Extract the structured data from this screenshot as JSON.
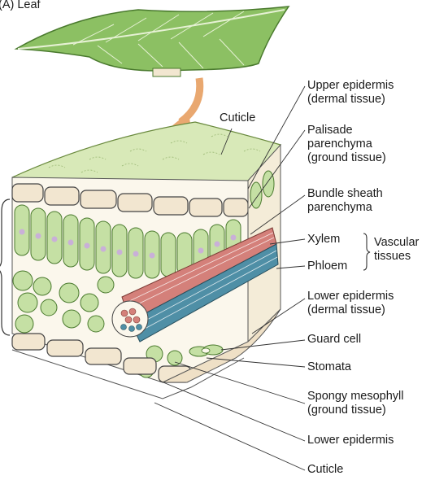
{
  "panel_label": "(A)  Leaf",
  "labels": {
    "cuticle_top": "Cuticle",
    "upper_epidermis": [
      "Upper epidermis",
      "(dermal tissue)"
    ],
    "palisade": [
      "Palisade",
      "parenchyma",
      "(ground tissue)"
    ],
    "bundle_sheath": [
      "Bundle sheath",
      "parenchyma"
    ],
    "xylem": "Xylem",
    "phloem": "Phloem",
    "vascular": [
      "Vascular",
      "tissues"
    ],
    "lower_epidermis_dermal": [
      "Lower epidermis",
      "(dermal tissue)"
    ],
    "guard_cell": "Guard cell",
    "stomata": "Stomata",
    "spongy": [
      "Spongy mesophyll",
      "(ground tissue)"
    ],
    "lower_epidermis": "Lower epidermis",
    "cuticle_bottom": "Cuticle"
  },
  "colors": {
    "leaf_green": "#8cc063",
    "cell_green": "#c5e0a4",
    "xylem": "#d4807a",
    "phloem": "#4f8fa6",
    "epidermis": "#f2e6d0"
  }
}
